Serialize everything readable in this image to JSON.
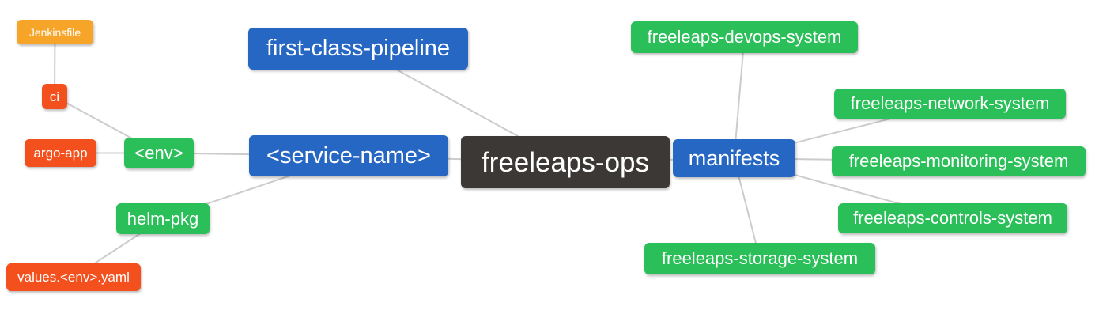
{
  "diagram": {
    "title": "freeleaps-ops mind map",
    "palette": {
      "blue": "#2767c4",
      "green": "#2abf58",
      "red": "#f4501d",
      "orange": "#f7a529",
      "dark": "#3b3835",
      "edge": "#cccccc",
      "text": "#ffffff",
      "background": "#ffffff"
    },
    "nodes": [
      {
        "id": "freeleaps-ops",
        "label": "freeleaps-ops",
        "color": "dark"
      },
      {
        "id": "first-class-pipeline",
        "label": "first-class-pipeline",
        "color": "blue"
      },
      {
        "id": "service-name",
        "label": "<service-name>",
        "color": "blue"
      },
      {
        "id": "manifests",
        "label": "manifests",
        "color": "blue"
      },
      {
        "id": "env",
        "label": "<env>",
        "color": "green"
      },
      {
        "id": "helm-pkg",
        "label": "helm-pkg",
        "color": "green"
      },
      {
        "id": "ci",
        "label": "ci",
        "color": "red"
      },
      {
        "id": "argo-app",
        "label": "argo-app",
        "color": "red"
      },
      {
        "id": "jenkinsfile",
        "label": "Jenkinsfile",
        "color": "orange"
      },
      {
        "id": "values-env-yaml",
        "label": "values.<env>.yaml",
        "color": "red"
      },
      {
        "id": "freeleaps-devops-system",
        "label": "freeleaps-devops-system",
        "color": "green"
      },
      {
        "id": "freeleaps-network-system",
        "label": "freeleaps-network-system",
        "color": "green"
      },
      {
        "id": "freeleaps-monitoring-system",
        "label": "freeleaps-monitoring-system",
        "color": "green"
      },
      {
        "id": "freeleaps-controls-system",
        "label": "freeleaps-controls-system",
        "color": "green"
      },
      {
        "id": "freeleaps-storage-system",
        "label": "freeleaps-storage-system",
        "color": "green"
      }
    ],
    "edges": [
      {
        "from": "freeleaps-ops",
        "to": "first-class-pipeline"
      },
      {
        "from": "freeleaps-ops",
        "to": "service-name"
      },
      {
        "from": "freeleaps-ops",
        "to": "manifests"
      },
      {
        "from": "service-name",
        "to": "env"
      },
      {
        "from": "service-name",
        "to": "helm-pkg"
      },
      {
        "from": "env",
        "to": "ci"
      },
      {
        "from": "env",
        "to": "argo-app"
      },
      {
        "from": "ci",
        "to": "jenkinsfile"
      },
      {
        "from": "helm-pkg",
        "to": "values-env-yaml"
      },
      {
        "from": "manifests",
        "to": "freeleaps-devops-system"
      },
      {
        "from": "manifests",
        "to": "freeleaps-network-system"
      },
      {
        "from": "manifests",
        "to": "freeleaps-monitoring-system"
      },
      {
        "from": "manifests",
        "to": "freeleaps-controls-system"
      },
      {
        "from": "manifests",
        "to": "freeleaps-storage-system"
      }
    ]
  }
}
